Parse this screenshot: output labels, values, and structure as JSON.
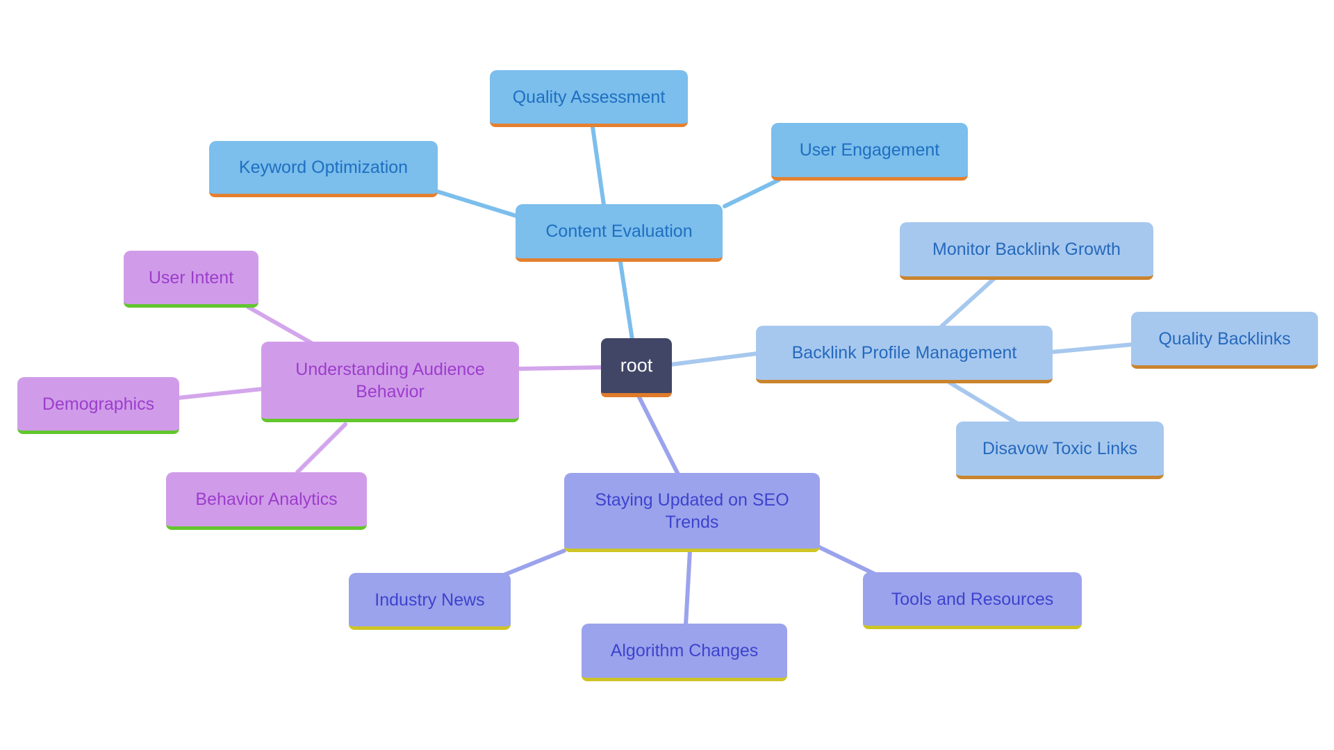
{
  "page": {
    "background": "#ffffff"
  },
  "mindmap": {
    "root": {
      "label": "root"
    },
    "root_theme": {
      "bg": "#414566",
      "text": "#ffffff",
      "underline": "#df7b2b",
      "line": "#414566"
    },
    "branches": [
      {
        "label": "Content Evaluation",
        "theme": {
          "bg": "#7cbeec",
          "text": "#1e6fc0",
          "underline": "#e5802f",
          "line": "#7cbeec"
        },
        "children": [
          {
            "label": "Quality Assessment"
          },
          {
            "label": "Keyword Optimization"
          },
          {
            "label": "User Engagement"
          }
        ]
      },
      {
        "label": "Backlink Profile Management",
        "theme": {
          "bg": "#a7c8ee",
          "text": "#2569bd",
          "underline": "#c9842d",
          "line": "#a7c8ee"
        },
        "children": [
          {
            "label": "Monitor Backlink Growth"
          },
          {
            "label": "Quality Backlinks"
          },
          {
            "label": "Disavow Toxic Links"
          }
        ]
      },
      {
        "label": "Understanding Audience Behavior",
        "theme": {
          "bg": "#d09ce9",
          "text": "#9c3dcb",
          "underline": "#62c62c",
          "line": "#d3a6ec"
        },
        "children": [
          {
            "label": "User Intent"
          },
          {
            "label": "Demographics"
          },
          {
            "label": "Behavior Analytics"
          }
        ]
      },
      {
        "label": "Staying Updated on SEO Trends",
        "theme": {
          "bg": "#9ba3ec",
          "text": "#3d43cd",
          "underline": "#cec426",
          "line": "#9ba3ec"
        },
        "children": [
          {
            "label": "Industry News"
          },
          {
            "label": "Algorithm Changes"
          },
          {
            "label": "Tools and Resources"
          }
        ]
      }
    ],
    "edges": [
      [
        "root",
        "Content Evaluation"
      ],
      [
        "Content Evaluation",
        "Quality Assessment"
      ],
      [
        "Content Evaluation",
        "Keyword Optimization"
      ],
      [
        "Content Evaluation",
        "User Engagement"
      ],
      [
        "root",
        "Backlink Profile Management"
      ],
      [
        "Backlink Profile Management",
        "Monitor Backlink Growth"
      ],
      [
        "Backlink Profile Management",
        "Quality Backlinks"
      ],
      [
        "Backlink Profile Management",
        "Disavow Toxic Links"
      ],
      [
        "root",
        "Understanding Audience Behavior"
      ],
      [
        "Understanding Audience Behavior",
        "User Intent"
      ],
      [
        "Understanding Audience Behavior",
        "Demographics"
      ],
      [
        "Understanding Audience Behavior",
        "Behavior Analytics"
      ],
      [
        "root",
        "Staying Updated on SEO Trends"
      ],
      [
        "Staying Updated on SEO Trends",
        "Industry News"
      ],
      [
        "Staying Updated on SEO Trends",
        "Algorithm Changes"
      ],
      [
        "Staying Updated on SEO Trends",
        "Tools and Resources"
      ]
    ]
  }
}
